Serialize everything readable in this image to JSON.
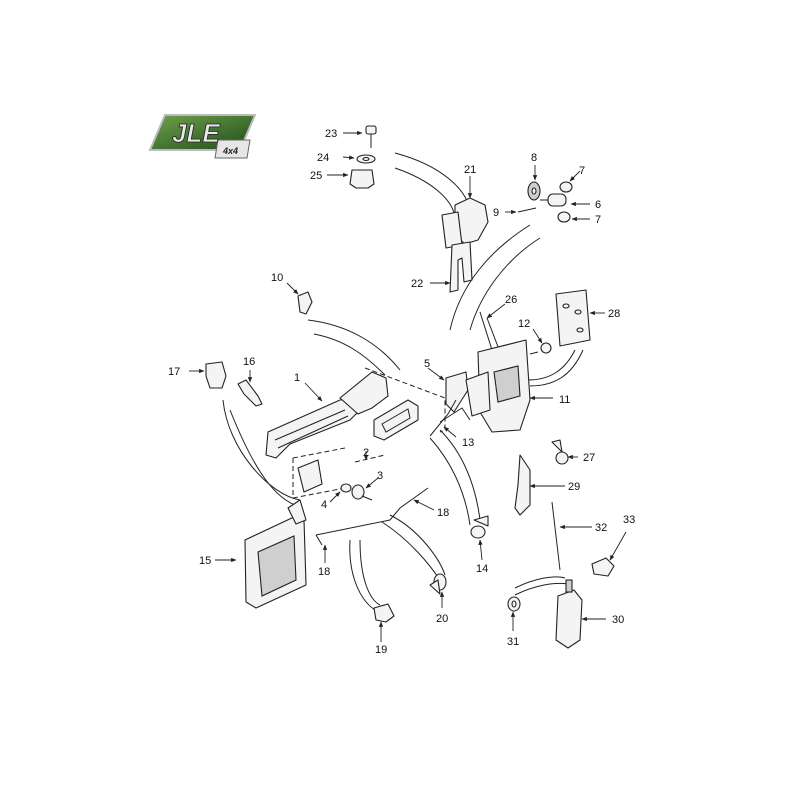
{
  "logo": {
    "brand_text": "JLE",
    "sub_text": "4x4",
    "colors": {
      "green_dark": "#1f4a1c",
      "green_light": "#6fa34a",
      "silver": "#d9d9d9"
    }
  },
  "callouts": {
    "c1": "1",
    "c2": "2",
    "c3": "3",
    "c4": "4",
    "c5": "5",
    "c6": "6",
    "c7a": "7",
    "c7b": "7",
    "c8": "8",
    "c9": "9",
    "c10": "10",
    "c11": "11",
    "c12": "12",
    "c13": "13",
    "c14": "14",
    "c15": "15",
    "c16": "16",
    "c17": "17",
    "c18a": "18",
    "c18b": "18",
    "c19": "19",
    "c20": "20",
    "c21": "21",
    "c22": "22",
    "c23": "23",
    "c24": "24",
    "c25": "25",
    "c26": "26",
    "c27": "27",
    "c28": "28",
    "c29": "29",
    "c30": "30",
    "c31": "31",
    "c32": "32",
    "c33": "33"
  }
}
